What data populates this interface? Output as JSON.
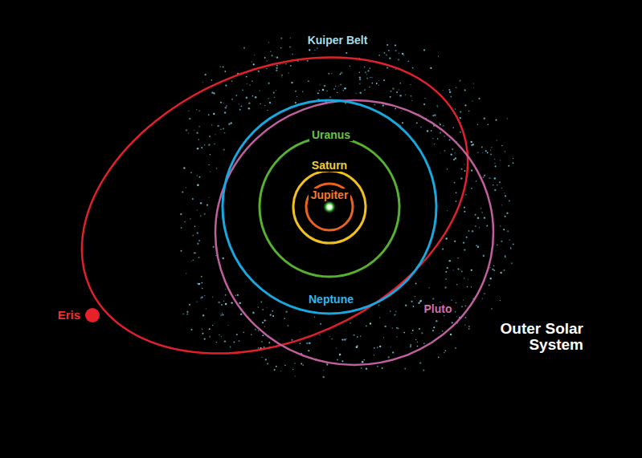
{
  "diagram": {
    "labels": [
      "Kuiper Belt",
      "Uranus",
      "Saturn",
      "Jupiter",
      "Neptune",
      "Pluto",
      "Eris",
      "Outer Solar System"
    ]
  }
}
